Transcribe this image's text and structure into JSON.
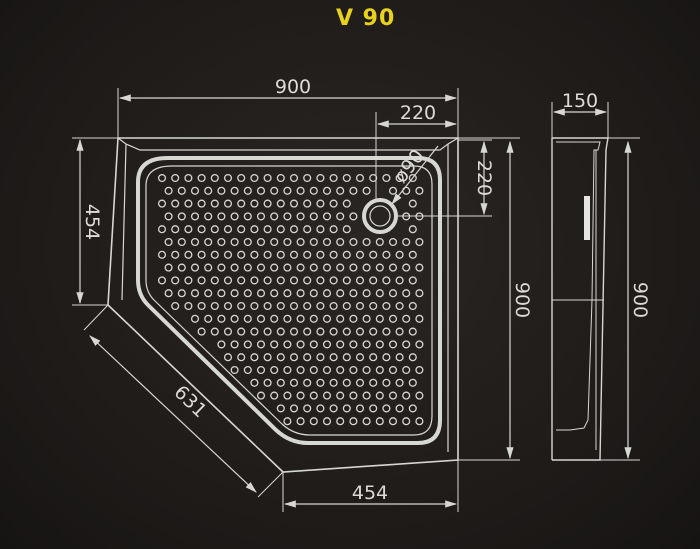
{
  "title": "V 90",
  "dimensions": {
    "width_top": "900",
    "drain_offset_x": "220",
    "drain_offset_y": "220",
    "drain_diameter": "ø90",
    "left_height": "454",
    "right_height": "900",
    "diagonal": "631",
    "bottom_width": "454",
    "side_depth": "150",
    "side_height": "900"
  },
  "colors": {
    "background": "#1f1c1a",
    "lines": "#d8d8d2",
    "title": "#e8d21c"
  }
}
